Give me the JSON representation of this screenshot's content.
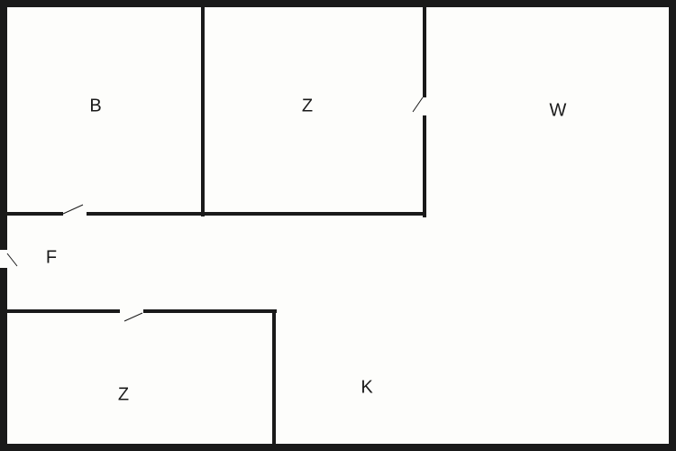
{
  "rooms": {
    "top_left": "B",
    "top_middle": "Z",
    "right": "W",
    "hall": "F",
    "bottom_left": "Z",
    "bottom_right": "K"
  },
  "colors": {
    "wall": "#1a1a1a",
    "background": "#fdfdfb"
  }
}
